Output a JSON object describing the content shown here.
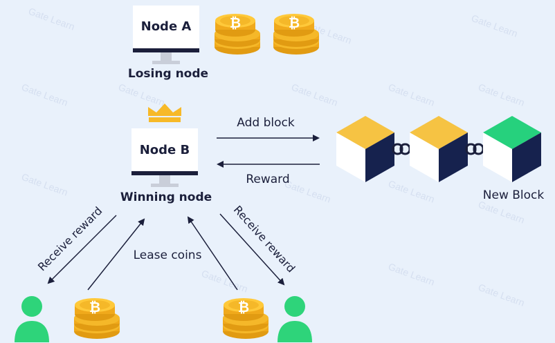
{
  "nodes": {
    "node_a": {
      "label": "Node A",
      "caption": "Losing node"
    },
    "node_b": {
      "label": "Node B",
      "caption": "Winning node"
    }
  },
  "arrows": {
    "add_block": "Add block",
    "reward": "Reward",
    "receive_reward_left": "Receive reward",
    "lease_coins": "Lease coins",
    "receive_reward_right": "Receive reward"
  },
  "blockchain": {
    "new_block_label": "New Block"
  },
  "coin_symbol": "₿",
  "watermark_text": "Gate Learn",
  "colors": {
    "background": "#e9f1fb",
    "coin_gold": "#f5b829",
    "coin_edge": "#e19b12",
    "cube_top": "#f6c343",
    "cube_side_dark": "#16224e",
    "cube_new_top": "#26d17d",
    "user_green": "#2ed47a",
    "crown": "#f7b928",
    "text": "#1b1f3b"
  }
}
